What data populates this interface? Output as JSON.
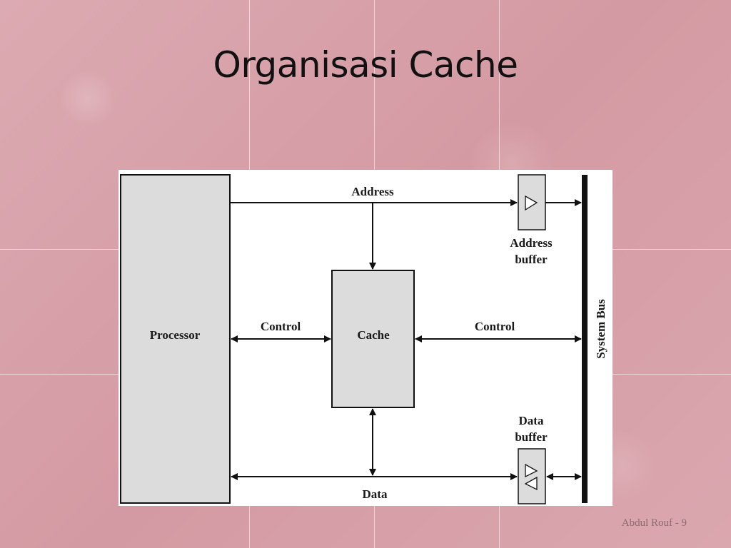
{
  "slide": {
    "title": "Organisasi Cache",
    "footer": "Abdul Rouf - 9"
  },
  "diagram": {
    "processor_label": "Processor",
    "cache_label": "Cache",
    "system_bus_label": "System Bus",
    "address_label": "Address",
    "address_buffer_label_line1": "Address",
    "address_buffer_label_line2": "buffer",
    "data_buffer_label_line1": "Data",
    "data_buffer_label_line2": "buffer",
    "control_left_label": "Control",
    "control_right_label": "Control",
    "data_label": "Data"
  },
  "colors": {
    "background": "#d9a2aa",
    "block_fill": "#dcdcdc",
    "line": "#111111"
  }
}
